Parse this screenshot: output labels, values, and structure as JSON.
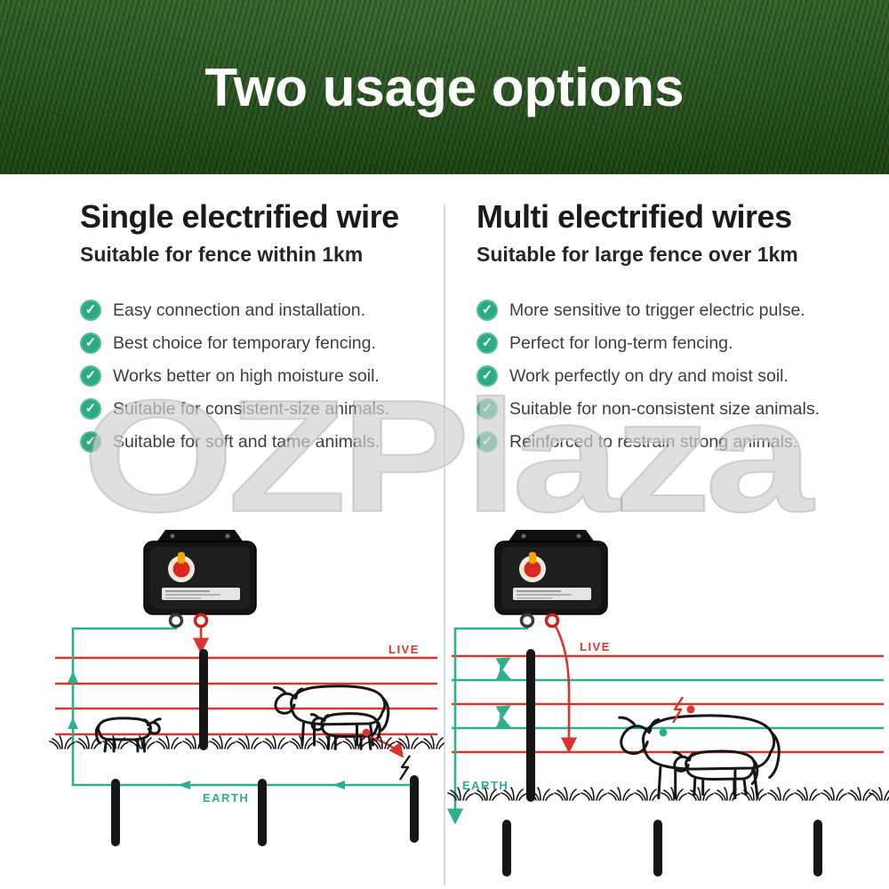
{
  "header": {
    "title": "Two usage options"
  },
  "watermark": {
    "text": "OZPlaza"
  },
  "icons": {
    "check": "✓"
  },
  "colors": {
    "header_green": "#285420",
    "check_green": "#2bab81",
    "live_red": "#d6362f",
    "earth_teal": "#2fae8f",
    "text_dark": "#3c3c3c"
  },
  "columns": [
    {
      "heading": "Single electrified wire",
      "subheading": "Suitable for fence within 1km",
      "bullets": [
        "Easy connection and installation.",
        "Best choice for temporary fencing.",
        "Works better on high moisture soil.",
        "Suitable for consistent-size animals.",
        "Suitable for soft and tame animals."
      ],
      "diagram": {
        "live_label": "LIVE",
        "earth_label": "EARTH"
      }
    },
    {
      "heading": "Multi electrified wires",
      "subheading": "Suitable for large fence over 1km",
      "bullets": [
        "More sensitive to trigger electric pulse.",
        "Perfect for long-term fencing.",
        "Work perfectly on dry and moist soil.",
        "Suitable for non-consistent size animals.",
        "Reinforced to restrain strong animals."
      ],
      "diagram": {
        "live_label": "LIVE",
        "earth_label": "EARTH"
      }
    }
  ]
}
